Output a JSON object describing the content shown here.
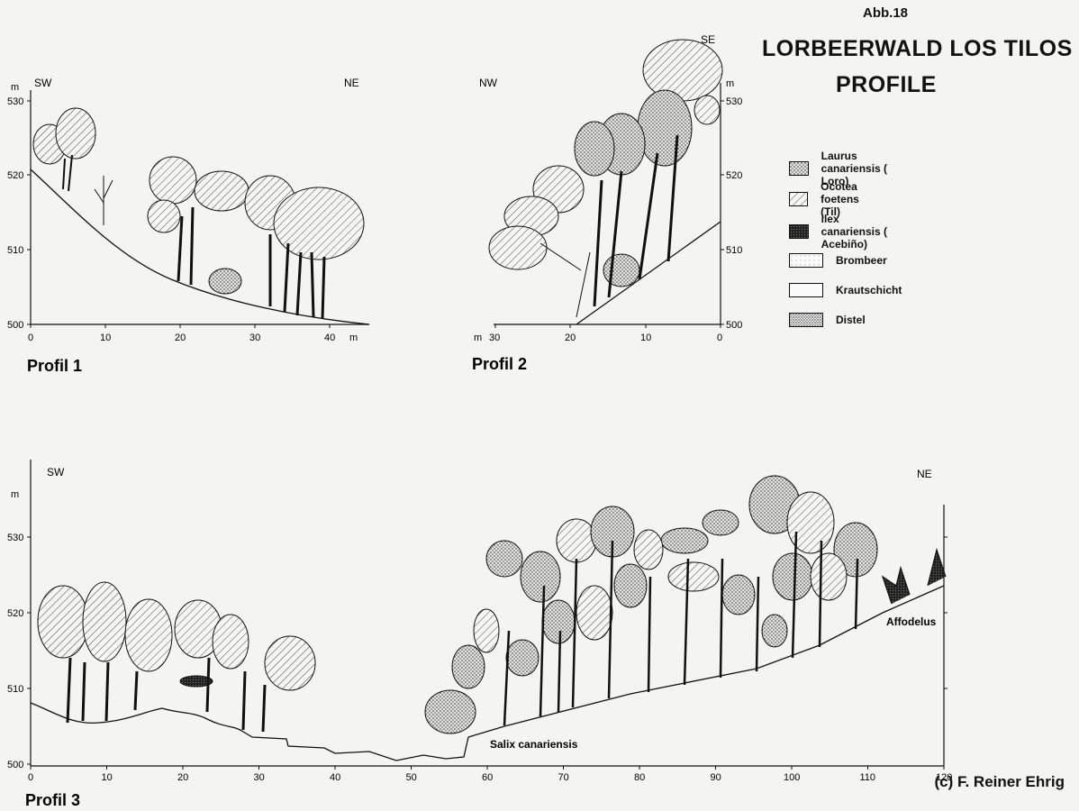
{
  "header": {
    "figure_no": "Abb.18",
    "title_line1": "LORBEERWALD LOS TILOS",
    "title_line2": "PROFILE"
  },
  "legend": [
    {
      "label": "Laurus canariensis ( Loro)",
      "pattern": "dots"
    },
    {
      "label": "Ocotea foetens (Til)",
      "pattern": "hatch"
    },
    {
      "label": "ilex canariensis  ( Acebiño)",
      "pattern": "dark"
    },
    {
      "label": "Brombeer",
      "pattern": "light-dots"
    },
    {
      "label": "Krautschicht",
      "pattern": "blank"
    },
    {
      "label": "Distel",
      "pattern": "dense-dots"
    }
  ],
  "profile1": {
    "label": "Profil 1",
    "dir_left": "SW",
    "dir_right": "NE",
    "unit_y": "m",
    "unit_x": "m",
    "y_ticks": [
      "530",
      "520",
      "510",
      "500"
    ],
    "x_ticks": [
      "0",
      "10",
      "20",
      "30",
      "40"
    ]
  },
  "profile2": {
    "label": "Profil 2",
    "dir_left": "NW",
    "dir_right": "SE",
    "unit_y": "m",
    "unit_x": "m",
    "y_ticks": [
      "530",
      "520",
      "510",
      "500"
    ],
    "x_ticks": [
      "30",
      "20",
      "10",
      "0"
    ]
  },
  "profile3": {
    "label": "Profil 3",
    "dir_left": "SW",
    "dir_right": "NE",
    "unit_y": "m",
    "y_ticks": [
      "530",
      "520",
      "510",
      "500"
    ],
    "x_ticks": [
      "0",
      "10",
      "20",
      "30",
      "40",
      "50",
      "60",
      "70",
      "80",
      "90",
      "100",
      "110",
      "120"
    ],
    "annotations": [
      "Salix canariensis",
      "Affodelus"
    ]
  },
  "copyright": "(c) F. Reiner Ehrig"
}
